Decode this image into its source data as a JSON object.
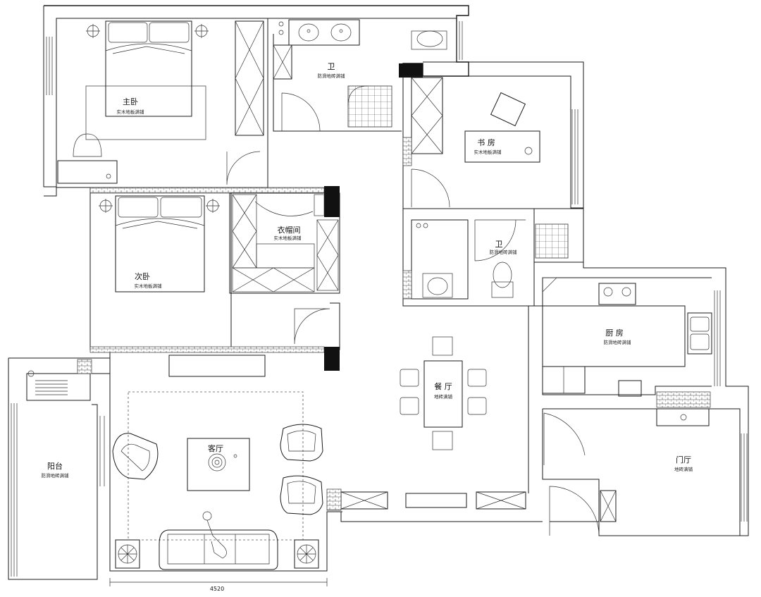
{
  "rooms": {
    "master_bedroom": {
      "name": "主卧",
      "note": "实木地板满铺"
    },
    "second_bedroom": {
      "name": "次卧",
      "note": "实木地板满铺"
    },
    "cloakroom": {
      "name": "衣帽间",
      "note": "实木地板满铺"
    },
    "study": {
      "name": "书 房",
      "note": "实木地板满铺"
    },
    "main_bath": {
      "name": "卫",
      "note": "防滑地砖满铺"
    },
    "guest_bath": {
      "name": "卫",
      "note": "防滑地砖满铺"
    },
    "kitchen": {
      "name": "厨 房",
      "note": "防滑地砖满铺"
    },
    "dining": {
      "name": "餐 厅",
      "note": "地砖满铺"
    },
    "living": {
      "name": "客厅"
    },
    "balcony": {
      "name": "阳台",
      "note": "防滑地砖满铺"
    },
    "foyer": {
      "name": "门厅",
      "note": "地砖满铺"
    }
  },
  "dimension": {
    "living_width": "4520"
  },
  "icons": [
    "floor-lamp-icon",
    "bed-icon",
    "sofa-icon",
    "armchair-icon",
    "toilet-icon",
    "sink-icon",
    "stove-icon"
  ]
}
